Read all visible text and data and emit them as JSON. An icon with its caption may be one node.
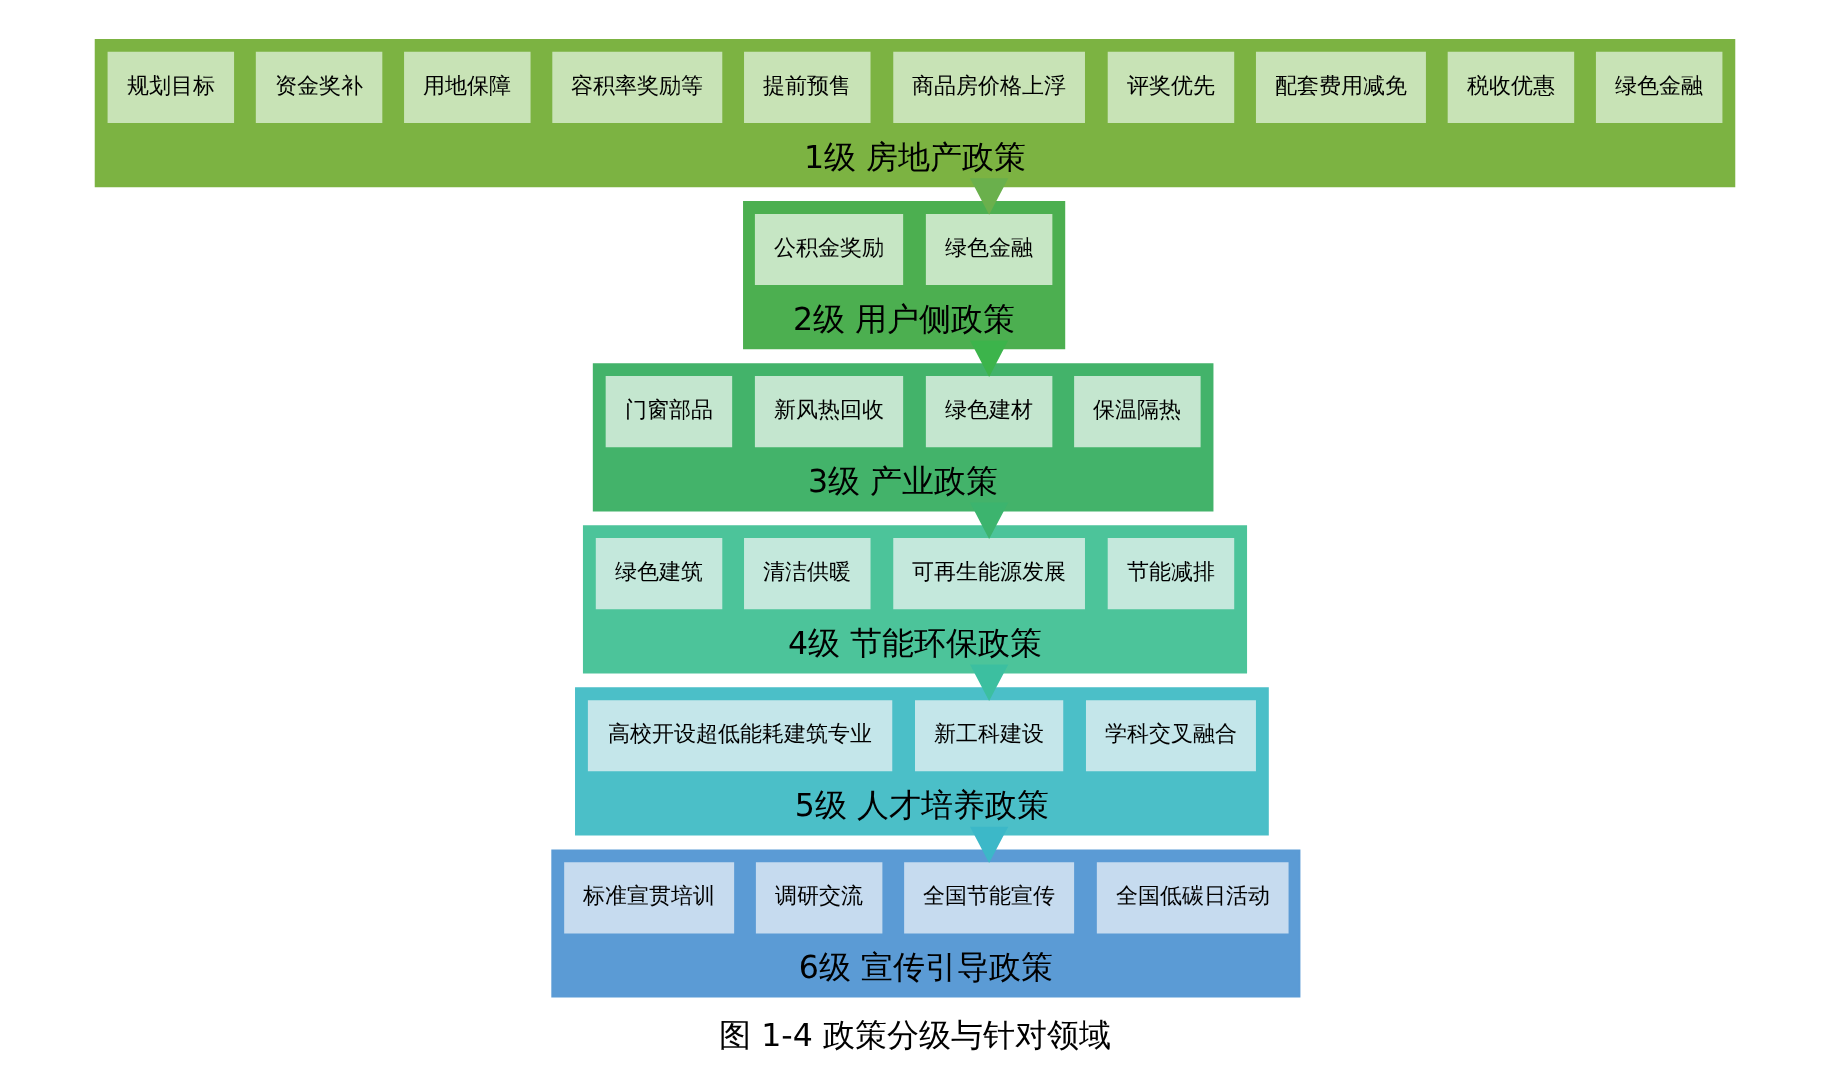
{
  "diagram": {
    "caption": "图 1-4 政策分级与针对领域",
    "nodes": [
      {
        "text": [
          "1级 房地产政策"
        ]
      },
      {
        "text": [
          "规划目标"
        ],
        "in": 0
      },
      {
        "text": [
          "资金奖补"
        ],
        "in": 0
      },
      {
        "text": [
          "用地保障"
        ],
        "in": 0
      },
      {
        "text": [
          "容积率奖励等"
        ],
        "in": 0
      },
      {
        "text": [
          "提前预售"
        ],
        "in": 0
      },
      {
        "text": [
          "商品房价格上浮"
        ],
        "in": 0
      },
      {
        "text": [
          "评奖优先"
        ],
        "in": 0
      },
      {
        "text": [
          "配套费用减免"
        ],
        "in": 0
      },
      {
        "text": [
          "税收优惠"
        ],
        "in": 0
      },
      {
        "text": [
          "绿色金融"
        ],
        "in": 0
      },
      {
        "text": [
          "2级 用户侧政策"
        ]
      },
      {
        "text": [
          "公积金奖励"
        ],
        "in": 11
      },
      {
        "text": [
          "绿色金融"
        ],
        "in": 11
      },
      {
        "text": [
          "3级 产业政策"
        ]
      },
      {
        "text": [
          "门窗部品"
        ],
        "in": 14
      },
      {
        "text": [
          "新风热回收"
        ],
        "in": 14
      },
      {
        "text": [
          "绿色建材"
        ],
        "in": 14
      },
      {
        "text": [
          "保温隔热"
        ],
        "in": 14
      },
      {
        "text": [
          "4级 节能环保政策"
        ]
      },
      {
        "text": [
          "绿色建筑"
        ],
        "in": 19
      },
      {
        "text": [
          "清洁供暖"
        ],
        "in": 19
      },
      {
        "text": [
          "可再生能源发展"
        ],
        "in": 19
      },
      {
        "text": [
          "节能减排"
        ],
        "in": 19
      },
      {
        "text": [
          "5级 人才培养政策"
        ]
      },
      {
        "text": [
          "高校开设超低能耗建筑专业"
        ],
        "in": 24
      },
      {
        "text": [
          "新工科建设"
        ],
        "in": 24
      },
      {
        "text": [
          "学科交叉融合"
        ],
        "in": 24
      },
      {
        "text": [
          "6级 宣传引导政策"
        ]
      },
      {
        "text": [
          "标准宣贯培训"
        ],
        "in": 28
      },
      {
        "text": [
          "调研交流"
        ],
        "in": 28
      },
      {
        "text": [
          "全国节能宣传"
        ],
        "in": 28
      },
      {
        "text": [
          "全国低碳日活动"
        ],
        "in": 28
      }
    ],
    "edges": [
      {
        "from": 0,
        "to": 11,
        "arrow": "to",
        "color": "#6ab04c"
      },
      {
        "from": 11,
        "to": 14,
        "arrow": "to",
        "color": "#3cb44b"
      },
      {
        "from": 14,
        "to": 19,
        "arrow": "to",
        "color": "#3cb46e"
      },
      {
        "from": 19,
        "to": 24,
        "arrow": "to",
        "color": "#3cbfa0"
      },
      {
        "from": 24,
        "to": 28,
        "arrow": "to",
        "color": "#3cb8c8"
      }
    ]
  }
}
